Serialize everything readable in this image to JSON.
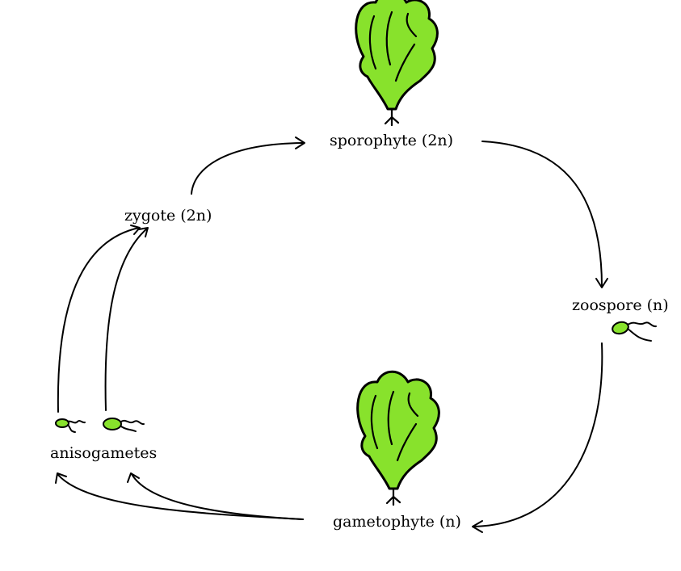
{
  "diagram": {
    "type": "life-cycle",
    "stages": {
      "sporophyte": "sporophyte (2n)",
      "zoospore": "zoospore (n)",
      "gametophyte": "gametophyte (n)",
      "anisogametes": "anisogametes",
      "zygote": "zygote (2n)"
    },
    "colors": {
      "plant_fill": "#88e22c",
      "outline": "#000000"
    },
    "icons": [
      "sporophyte-thallus-icon",
      "gametophyte-thallus-icon",
      "zoospore-icon",
      "small-gamete-icon",
      "large-gamete-icon"
    ]
  }
}
